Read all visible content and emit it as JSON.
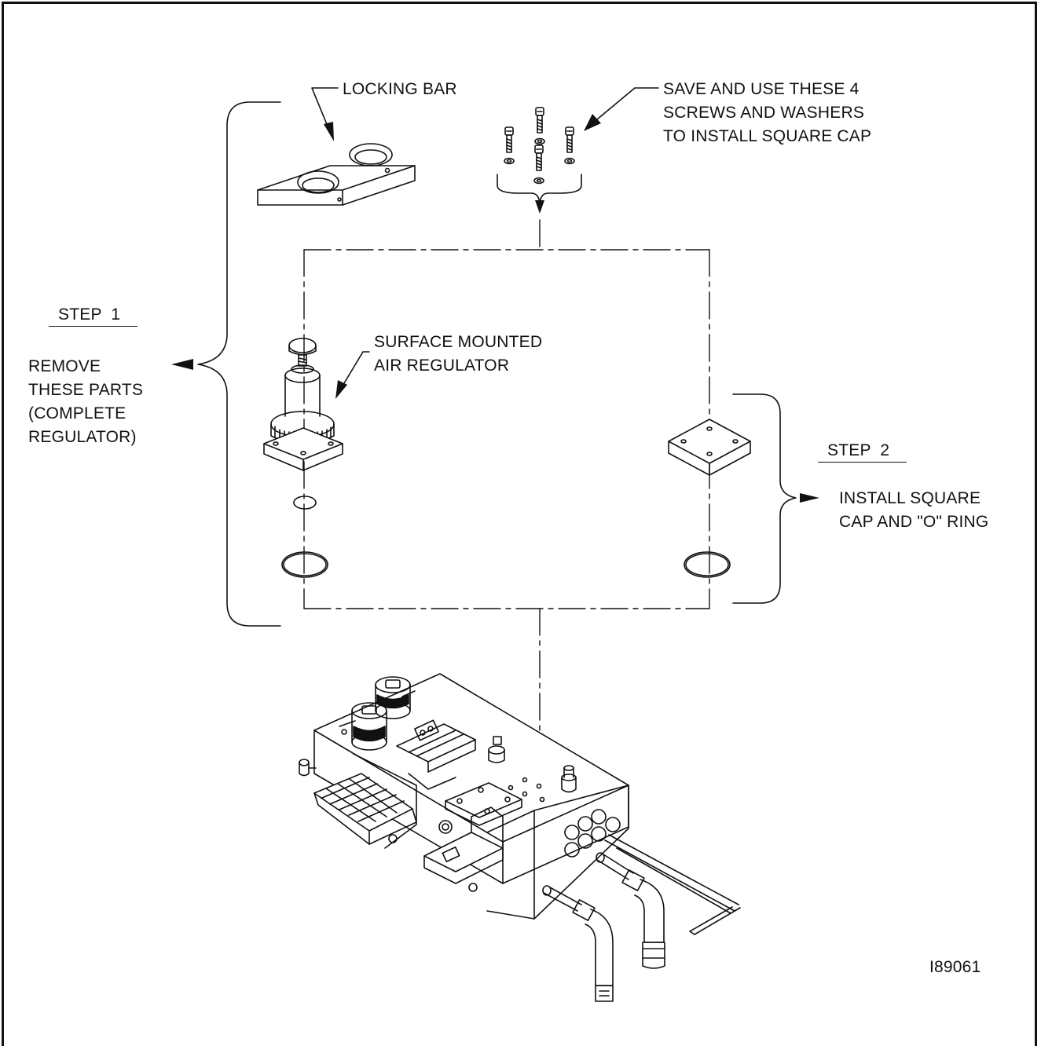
{
  "labels": {
    "locking_bar": "LOCKING BAR",
    "screws_note": [
      "SAVE AND USE THESE 4",
      "SCREWS AND WASHERS",
      "TO INSTALL SQUARE CAP"
    ],
    "step1_heading": "STEP  1",
    "step1_text": [
      "REMOVE",
      "THESE PARTS",
      "(COMPLETE",
      "REGULATOR)"
    ],
    "regulator": [
      "SURFACE MOUNTED",
      "AIR REGULATOR"
    ],
    "step2_heading": "STEP  2",
    "step2_text": [
      "INSTALL SQUARE",
      "CAP AND \"O\" RING"
    ],
    "figure_id": "I89061"
  },
  "colors": {
    "line": "#111111",
    "background": "#ffffff"
  }
}
